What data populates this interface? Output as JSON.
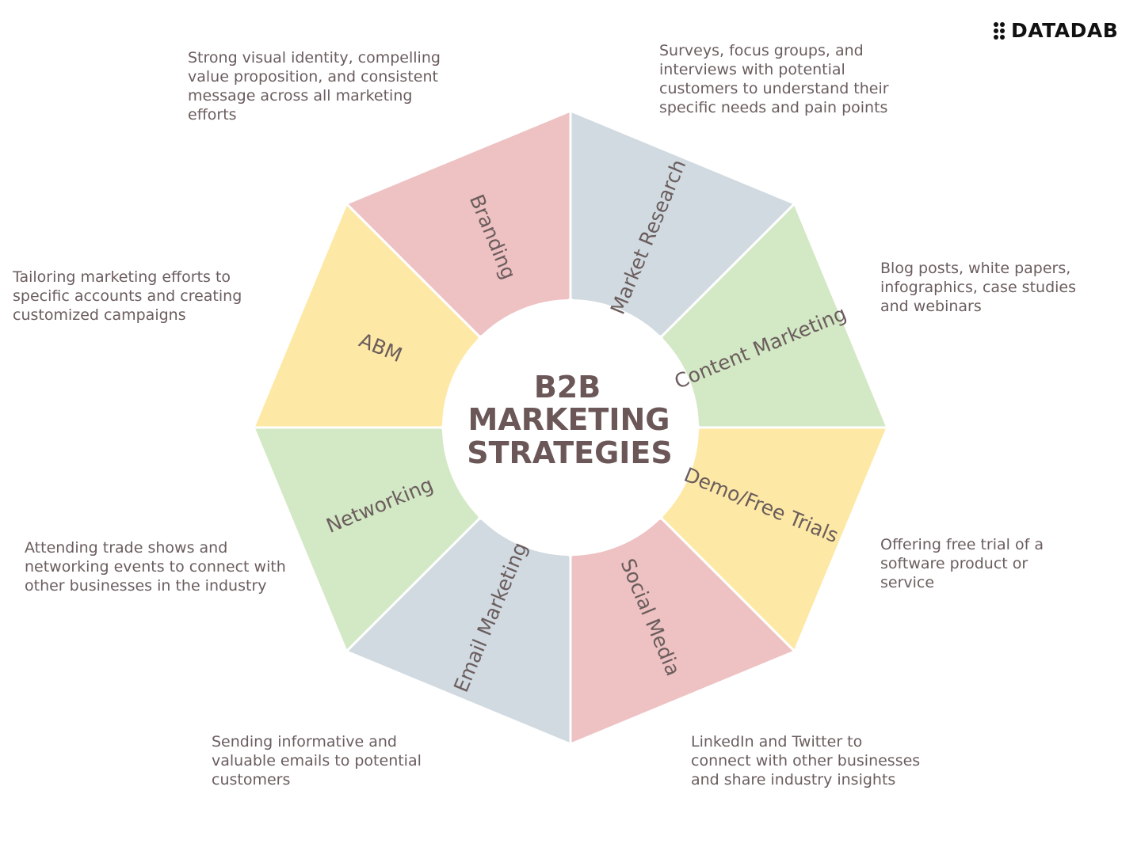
{
  "brand": {
    "name": "DATADAB",
    "icon": "dots-icon"
  },
  "center": {
    "line1": "B2B",
    "line2": "MARKETING",
    "line3": "STRATEGIES",
    "color": "#6b5757"
  },
  "segments": [
    {
      "label": "Market Research",
      "color": "#d0dae0",
      "description": "Surveys, focus groups, and\ninterviews with potential\ncustomers to understand their\nspecific needs and pain points"
    },
    {
      "label": "Content Marketing",
      "color": "#d3e8c4",
      "description": "Blog posts, white papers,\ninfographics, case studies\nand webinars"
    },
    {
      "label": "Demo/Free Trials",
      "color": "#fde9a5",
      "description": "Offering free trial of a\nsoftware product or\nservice"
    },
    {
      "label": "Social Media",
      "color": "#eec1c3",
      "description": "LinkedIn and Twitter to\nconnect with other businesses\nand share industry insights"
    },
    {
      "label": "Email Marketing",
      "color": "#d0dae0",
      "description": "Sending informative and\nvaluable emails to potential\ncustomers"
    },
    {
      "label": "Networking",
      "color": "#d3e8c4",
      "description": "Attending trade shows and\nnetworking events to connect with\nother businesses in the industry"
    },
    {
      "label": "ABM",
      "color": "#fde9a5",
      "description": "Tailoring marketing efforts to\nspecific accounts and creating\ncustomized campaigns"
    },
    {
      "label": "Branding",
      "color": "#eec1c3",
      "description": "Strong visual identity, compelling\nvalue proposition, and consistent\nmessage across all marketing\nefforts"
    }
  ]
}
